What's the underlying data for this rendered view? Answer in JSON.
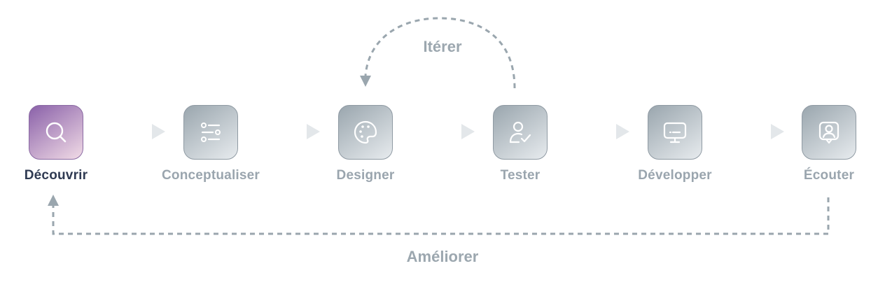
{
  "steps": [
    {
      "label": "Découvrir",
      "icon": "search-icon",
      "active": true
    },
    {
      "label": "Conceptualiser",
      "icon": "sliders-icon",
      "active": false
    },
    {
      "label": "Designer",
      "icon": "palette-icon",
      "active": false
    },
    {
      "label": "Tester",
      "icon": "user-check-icon",
      "active": false
    },
    {
      "label": "Développer",
      "icon": "monitor-icon",
      "active": false
    },
    {
      "label": "Écouter",
      "icon": "user-feedback-icon",
      "active": false
    }
  ],
  "loops": {
    "iterate_label": "Itérer",
    "improve_label": "Améliorer"
  },
  "colors": {
    "active_gradient_start": "#8a61a9",
    "active_gradient_end": "#f1dbe6",
    "inactive_gradient_start": "#9aa6ae",
    "inactive_gradient_end": "#e7ebee",
    "active_label": "#2f3a52",
    "inactive_label": "#9aa5ae",
    "connector": "#9aa6ae"
  }
}
